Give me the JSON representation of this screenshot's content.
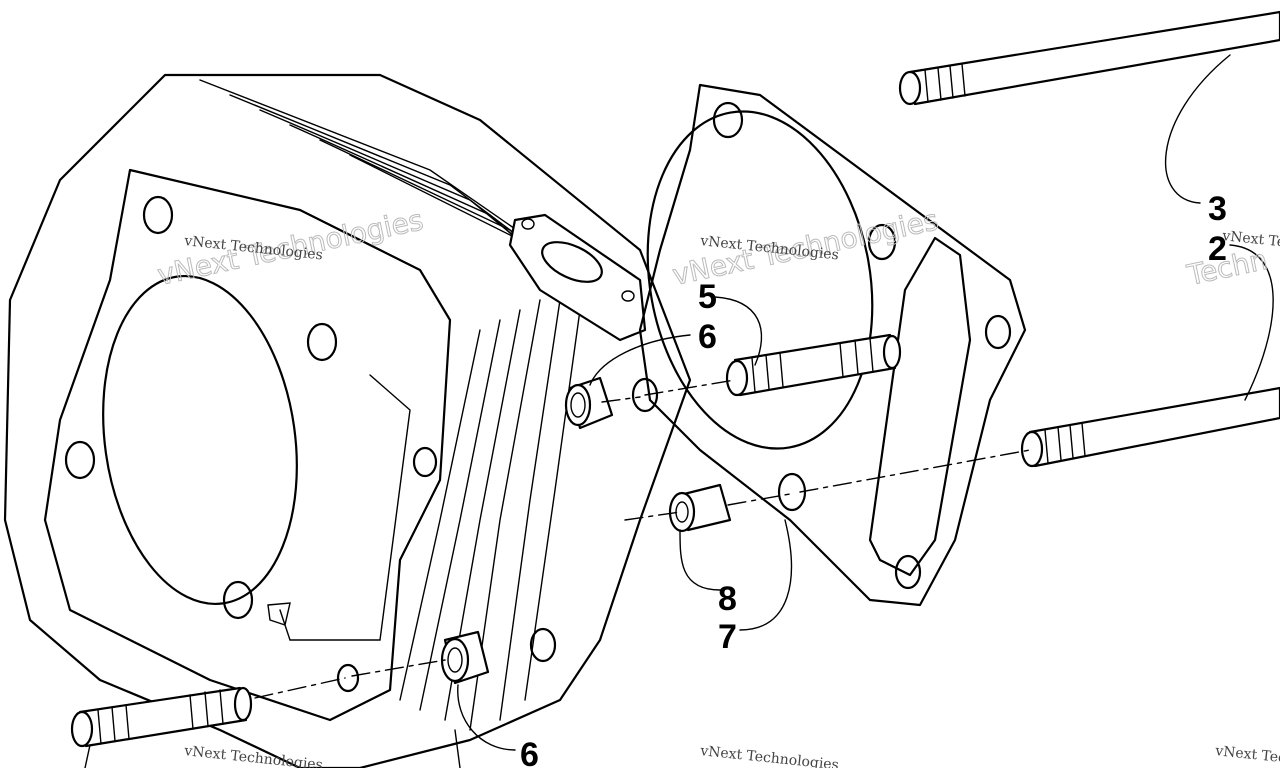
{
  "callouts": {
    "c3": "3",
    "c2": "2",
    "c5": "5",
    "c6a": "6",
    "c8": "8",
    "c7": "7",
    "c6b": "6"
  },
  "watermark": {
    "small": "vNext Technologies",
    "big": "vNext Technologies",
    "partial_small": "vNext Tec",
    "partial_big": "Techn"
  }
}
